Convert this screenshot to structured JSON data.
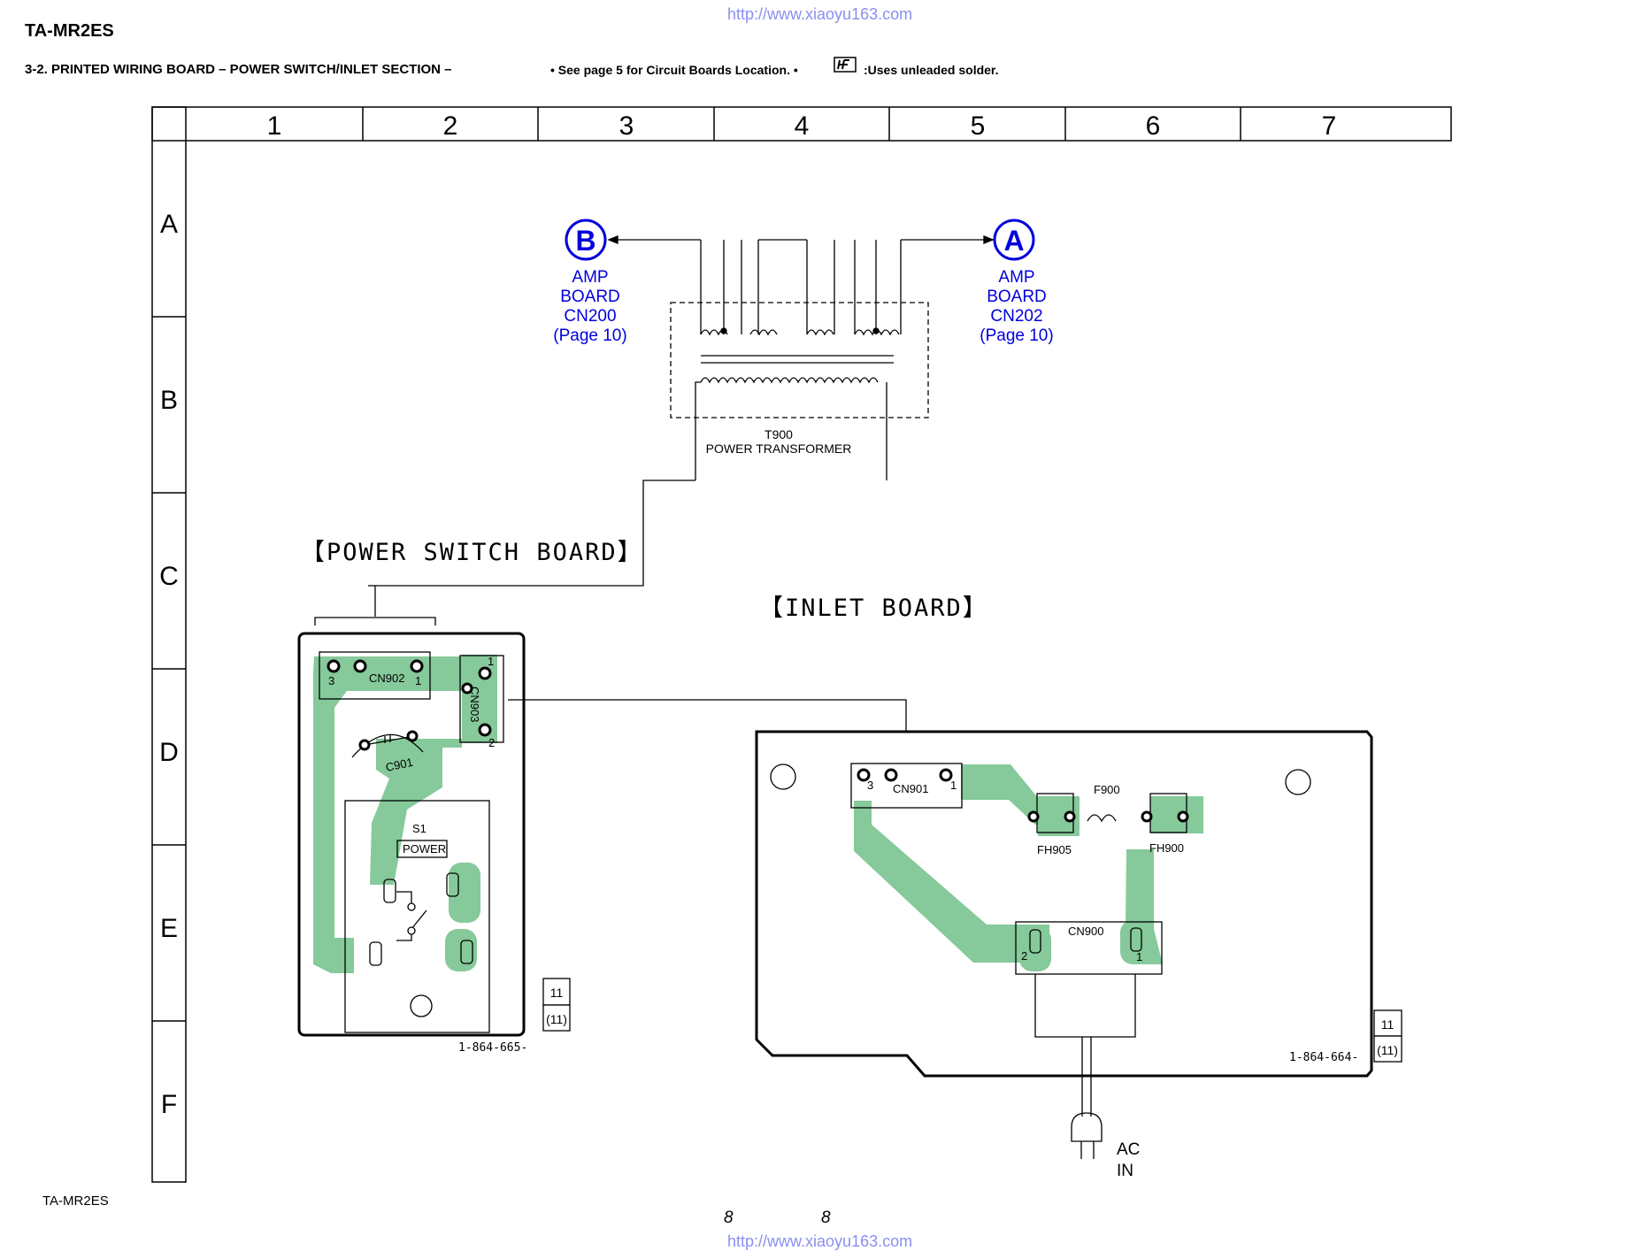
{
  "header": {
    "model": "TA-MR2ES",
    "section_title": "3-2.   PRINTED WIRING BOARD  – POWER SWITCH/INLET SECTION –",
    "note_boards": "• See page 5 for Circuit Boards Location.   •",
    "note_solder": ":Uses unleaded solder.",
    "url": "http://www.xiaoyu163.com"
  },
  "grid": {
    "columns": [
      "1",
      "2",
      "3",
      "4",
      "5",
      "6",
      "7"
    ],
    "rows": [
      "A",
      "B",
      "C",
      "D",
      "E",
      "F"
    ]
  },
  "connectors": {
    "b": {
      "badge": "B",
      "line1": "AMP",
      "line2": "BOARD",
      "line3": "CN200",
      "line4": "(Page 10)"
    },
    "a": {
      "badge": "A",
      "line1": "AMP",
      "line2": "BOARD",
      "line3": "CN202",
      "line4": "(Page 10)"
    }
  },
  "transformer": {
    "ref": "T900",
    "name": "POWER TRANSFORMER"
  },
  "power_switch_board": {
    "title": "【POWER SWITCH BOARD】",
    "cn902": "CN902",
    "cn903": "CN903",
    "c901": "C901",
    "s1": "S1",
    "power": "POWER",
    "pin3": "3",
    "pin1": "1",
    "pin2": "2",
    "part_no": "1-864-665-",
    "rev_top": "11",
    "rev_bottom": "(11)"
  },
  "inlet_board": {
    "title": "【INLET BOARD】",
    "cn901": "CN901",
    "f900": "F900",
    "fh905": "FH905",
    "fh900": "FH900",
    "cn900": "CN900",
    "pin3": "3",
    "pin1": "1",
    "pin2": "2",
    "part_no": "1-864-664-",
    "rev_top": "11",
    "rev_bottom": "(11)"
  },
  "ac_in": {
    "line1": "AC",
    "line2": "IN"
  },
  "footer": {
    "model": "TA-MR2ES",
    "page_left": "8",
    "page_right": "8"
  },
  "colors": {
    "trace": "#86c99a",
    "connector_label": "#0000dd",
    "url": "#8a8ff0"
  }
}
